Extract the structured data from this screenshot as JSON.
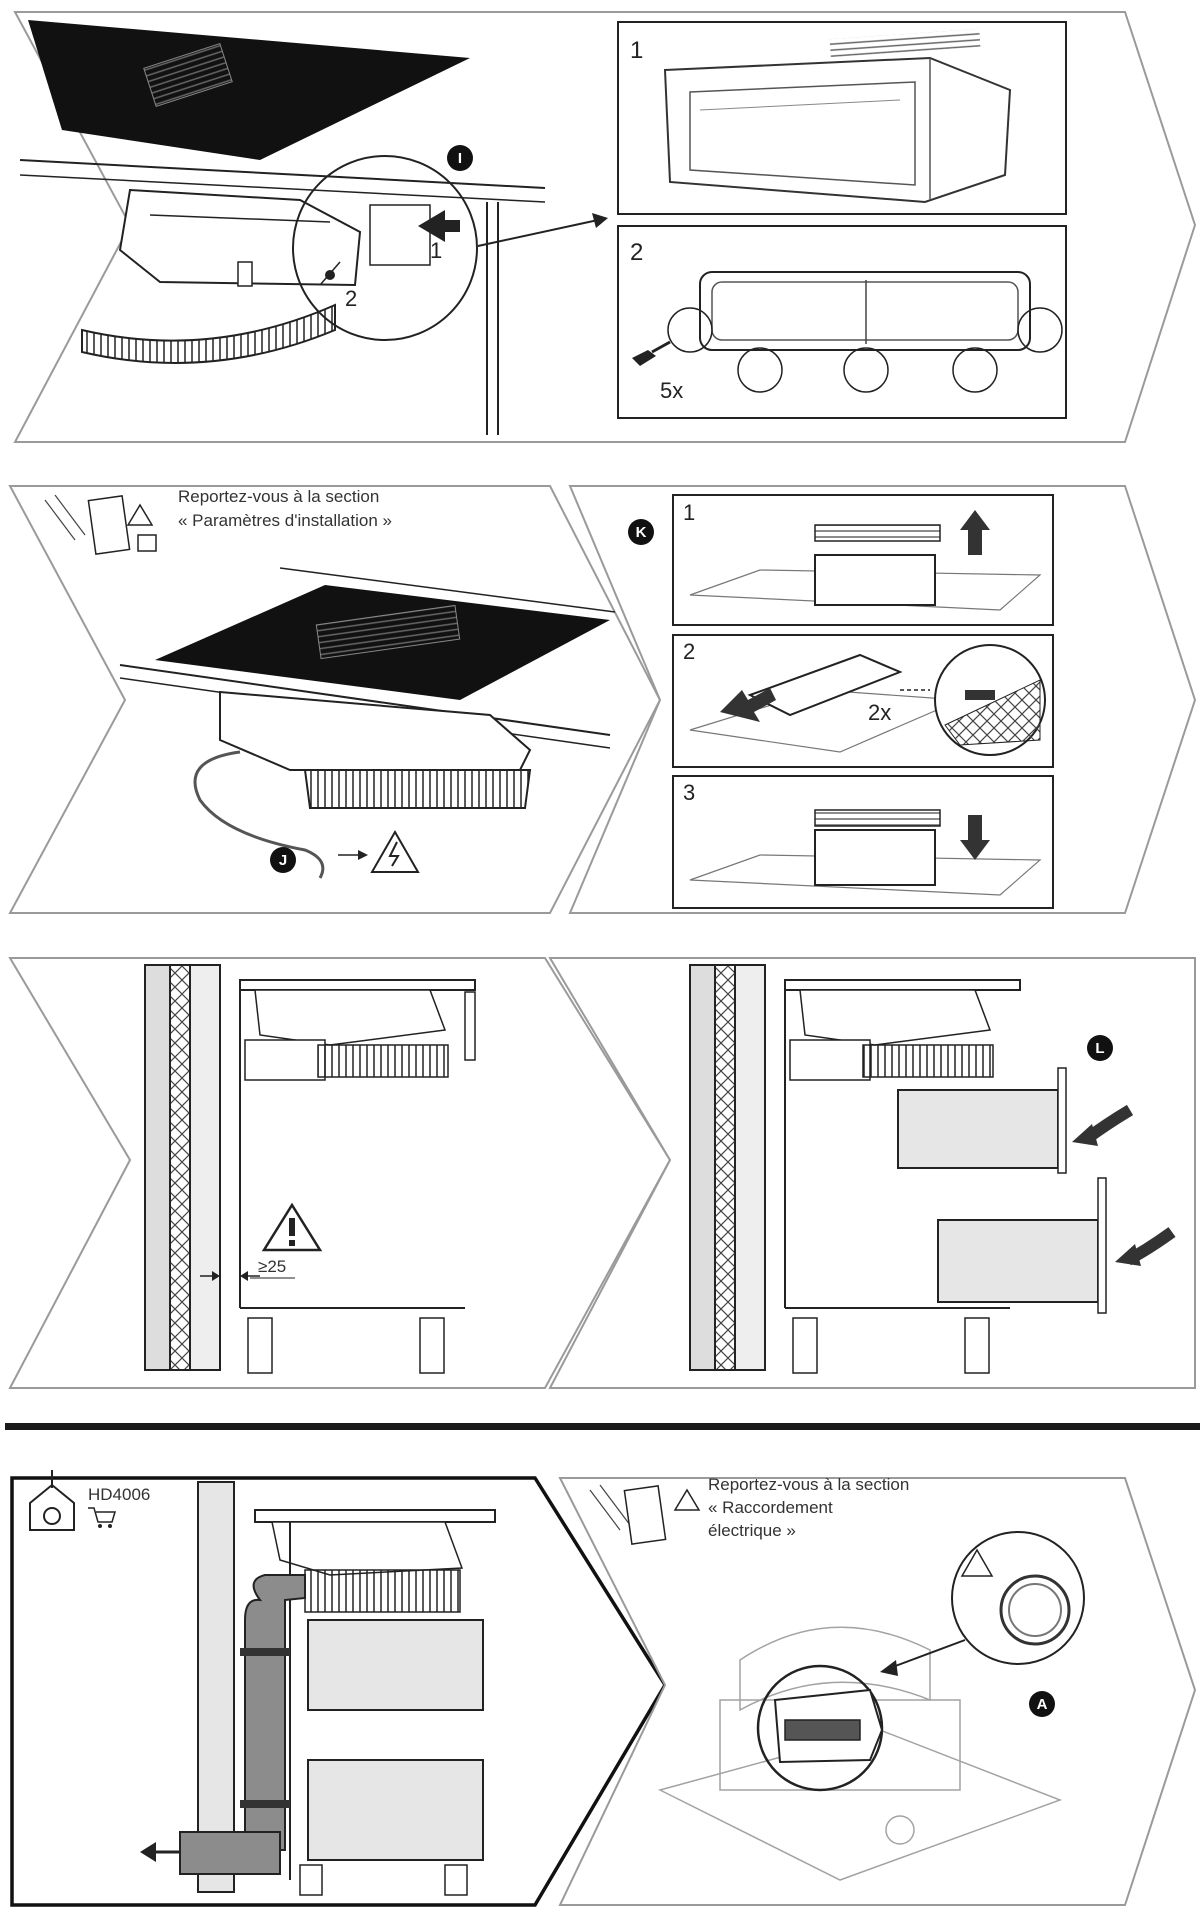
{
  "step_markers": {
    "i": "I",
    "j": "J",
    "k": "K",
    "l": "L",
    "a": "A"
  },
  "panel_i": {
    "callout_1": "1",
    "callout_2": "2",
    "box_1_label": "1",
    "box_2_label": "2",
    "screw_count": "5x"
  },
  "panel_j": {
    "note_line1": "Reportez-vous à la section",
    "note_line2": "« Paramètres d'installation »"
  },
  "panel_k": {
    "box_1_label": "1",
    "box_2_label": "2",
    "box_3_label": "3",
    "count": "2x"
  },
  "panel_clearance": {
    "min_distance": "≥25"
  },
  "panel_hd": {
    "accessory_code": "HD4006"
  },
  "panel_a": {
    "note_line1": "Reportez-vous à la section",
    "note_line2": "« Raccordement",
    "note_line3": "électrique »"
  },
  "colors": {
    "line": "#1a1a1a",
    "panel_stroke": "#9a9a9a",
    "dark_fill": "#111111",
    "light_fill": "#e6e6e6",
    "duct_fill": "#8c8c8c"
  }
}
